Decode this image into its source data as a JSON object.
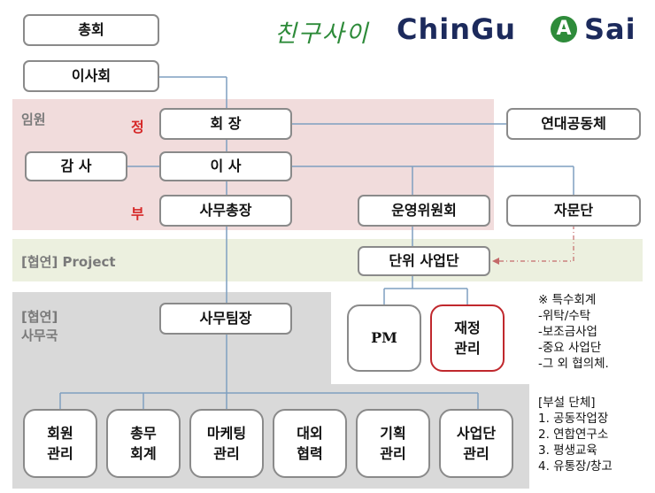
{
  "logo": {
    "korean": "친구사이",
    "english_left": "ChinGu",
    "english_right": "Sai",
    "colors": {
      "korean": "#2e8b3a",
      "english": "#1c2a5c",
      "emblem": "#2e8b3a"
    }
  },
  "bands": {
    "officers": "임원",
    "project": "[협연] Project",
    "secretariat_line1": "[협연]",
    "secretariat_line2": "사무국"
  },
  "marks": {
    "primary": "정",
    "deputy": "부"
  },
  "nodes": {
    "general_assembly": "총회",
    "board": "이사회",
    "president": "회 장",
    "solidarity": "연대공동체",
    "auditor": "감 사",
    "director": "이 사",
    "secretary_general": "사무총장",
    "steering_committee": "운영위원회",
    "advisory": "자문단",
    "project_unit": "단위 사업단",
    "pm": "PM",
    "finance": "재정\n관리",
    "team_leader": "사무팀장",
    "departments": [
      "회원\n관리",
      "총무\n회계",
      "마케팅\n관리",
      "대외\n협력",
      "기획\n관리",
      "사업단\n관리"
    ]
  },
  "special_accounts": {
    "title": "※ 특수회계",
    "items": [
      "-위탁/수탁",
      "-보조금사업",
      "-중요 사업단",
      "-그 외 협의체."
    ]
  },
  "affiliates": {
    "title": "[부설 단체]",
    "items": [
      "1.  공동작업장",
      "2.  연합연구소",
      "3.  평생교육",
      "4.  유통장/창고"
    ]
  },
  "colors": {
    "officers_band": "#f1dcdc",
    "project_band": "#ecf0df",
    "secretariat_band": "#d9d9d9",
    "line": "#7f9fc0",
    "mark": "#d62828",
    "finance_border": "#c0282d"
  }
}
